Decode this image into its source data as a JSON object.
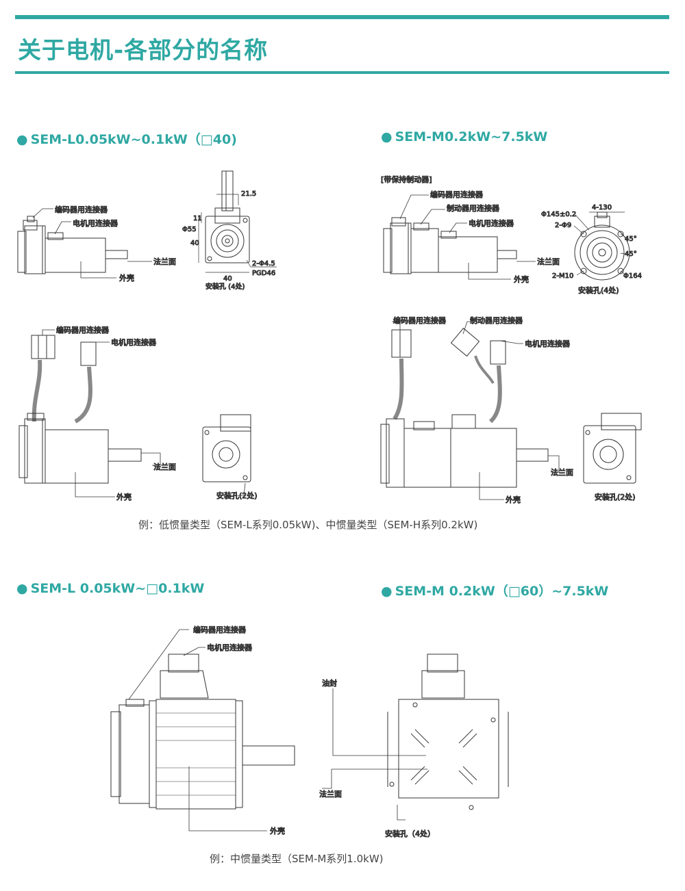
{
  "page": {
    "title": "关于电机-各部分的名称",
    "accent_color": "#2fa8a3"
  },
  "sections": [
    {
      "bullet": "●",
      "label": "SEM-L0.05kW~0.1kW（□40)"
    },
    {
      "bullet": "●",
      "label": "SEM-M0.2kW~7.5kW"
    },
    {
      "bullet": "●",
      "label": "SEM-L  0.05kW~□0.1kW"
    },
    {
      "bullet": "●",
      "label": "SEM-M  0.2kW（□60）~7.5kW"
    }
  ],
  "fig1": {
    "encoder": "编码器用连接器",
    "motor": "电机用连接器",
    "flange": "法兰面",
    "housing": "外壳",
    "d_21_5": "21.5",
    "d_11": "11",
    "d_phi55": "Φ55",
    "d_40v": "40",
    "d_40h": "40",
    "d_holes": "2-Φ4.5",
    "d_pgd": "PGD46",
    "mount": "安装孔 (4处)"
  },
  "fig2": {
    "brake_note": "[带保持制动器]",
    "encoder": "编码器用连接器",
    "brake": "制动器用连接器",
    "motor": "电机用连接器",
    "flange": "法兰面",
    "housing": "外壳",
    "d_phi145": "Φ145±0.2",
    "d_4_130": "4-130",
    "d_2phi9": "2-Φ9",
    "d_45a": "45°",
    "d_45b": "45°",
    "d_2m10": "2-M10",
    "d_phi164": "Φ164",
    "mount": "安装孔(4处)"
  },
  "fig3": {
    "encoder": "编码器用连接器",
    "motor": "电机用连接器",
    "flange": "法兰面",
    "housing": "外壳",
    "mount": "安装孔(2处)"
  },
  "fig4": {
    "encoder": "编码器用连接器",
    "brake": "制动器用连接器",
    "motor": "电机用连接器",
    "flange": "法兰面",
    "housing": "外壳",
    "mount": "安装孔(2处)"
  },
  "caption1": "例：低惯量类型（SEM-L系列0.05kW)、中惯量类型（SEM-H系列0.2kW)",
  "fig5": {
    "encoder": "编码器用连接器",
    "motor": "电机用连接器",
    "housing": "外壳"
  },
  "fig6": {
    "oil_seal": "油封",
    "flange": "法兰面",
    "mount": "安装孔（4处）"
  },
  "caption2": "例：中惯量类型（SEM-M系列1.0kW)"
}
